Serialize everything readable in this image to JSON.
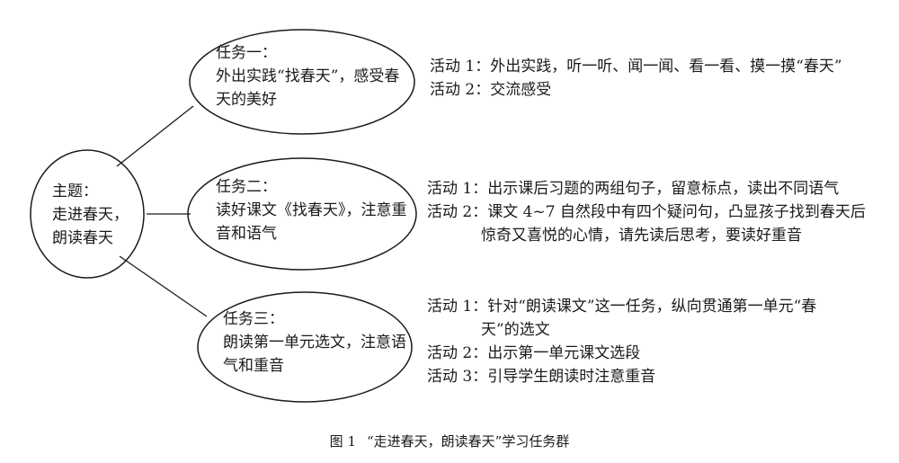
{
  "center": {
    "lines": [
      "主题：",
      "走进春天，",
      "朗读春天"
    ]
  },
  "tasks": [
    {
      "lines": [
        "任务一：",
        "外出实践“找春天”，感受春",
        "天的美好"
      ],
      "activities": [
        {
          "label": "活动 1：",
          "lines": [
            "外出实践，听一听、闻一闻、看一看、摸一摸“春天”"
          ]
        },
        {
          "label": "活动 2：",
          "lines": [
            "交流感受"
          ]
        }
      ]
    },
    {
      "lines": [
        "任务二：",
        "读好课文《找春天》，注意重",
        "音和语气"
      ],
      "activities": [
        {
          "label": "活动 1：",
          "lines": [
            "出示课后习题的两组句子，留意标点，读出不同语气"
          ]
        },
        {
          "label": "活动 2：",
          "lines": [
            "课文 4~7 自然段中有四个疑问句，凸显孩子找到春天后",
            "惊奇又喜悦的心情，请先读后思考，要读好重音"
          ]
        }
      ]
    },
    {
      "lines": [
        "任务三：",
        "朗读第一单元选文，注意语",
        "气和重音"
      ],
      "activities": [
        {
          "label": "活动 1：",
          "lines": [
            "针对“朗读课文”这一任务，纵向贯通第一单元“春",
            "天”的选文"
          ]
        },
        {
          "label": "活动 2：",
          "lines": [
            "出示第一单元课文选段"
          ]
        },
        {
          "label": "活动 3：",
          "lines": [
            "引导学生朗读时注意重音"
          ]
        }
      ]
    }
  ],
  "caption": {
    "figure": "图 1",
    "title": "“走进春天，朗读春天”学习任务群"
  }
}
